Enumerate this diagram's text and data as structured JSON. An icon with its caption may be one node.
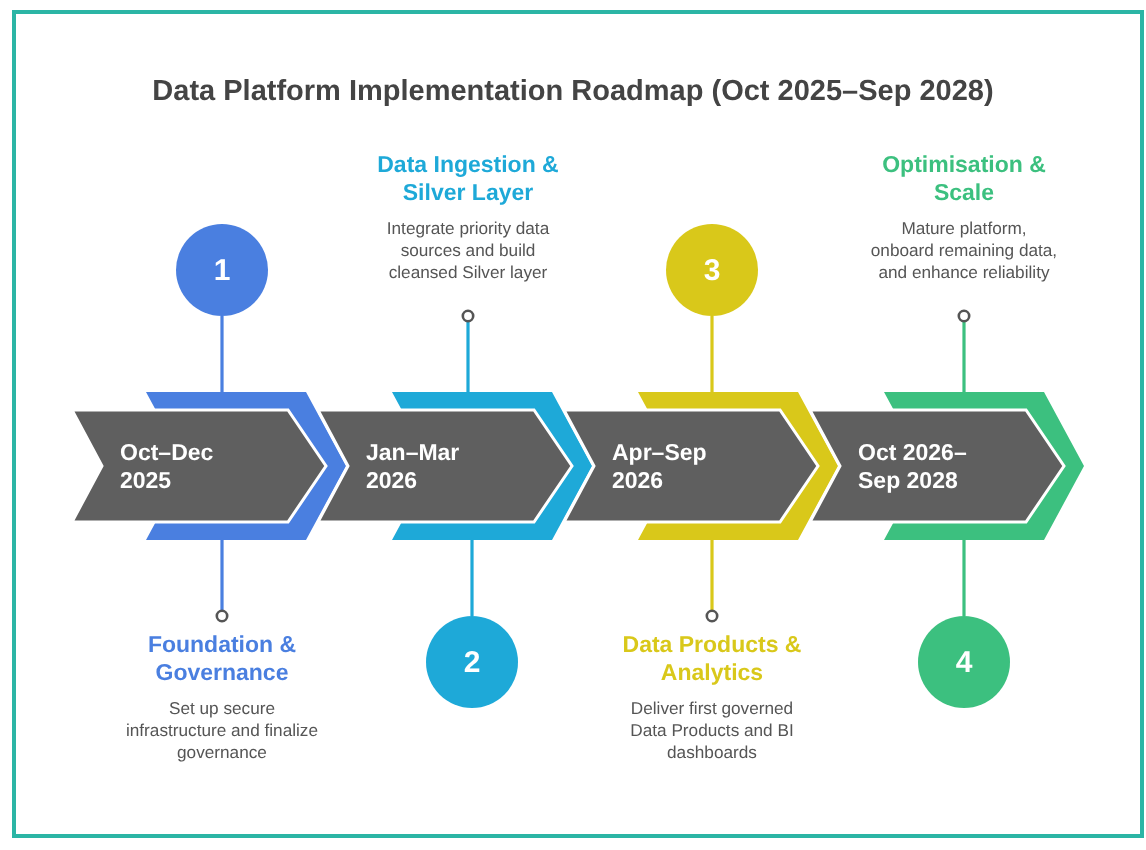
{
  "diagram": {
    "title": "Data Platform Implementation Roadmap (Oct 2025–Sep 2028)",
    "nodes": [
      {
        "text": [
          "Oct–Dec 2025"
        ]
      },
      {
        "text": [
          "Jan–Mar 2026"
        ]
      },
      {
        "text": [
          "Apr–Sep 2026"
        ]
      },
      {
        "text": [
          "Oct 2026–Sep 2028"
        ]
      },
      {
        "text": [
          "1"
        ]
      },
      {
        "text": [
          "Data Ingestion & Silver Layer",
          "Integrate priority data sources and build cleansed Silver layer"
        ]
      },
      {
        "text": [
          "3"
        ]
      },
      {
        "text": [
          "Optimisation & Scale",
          "Mature platform, onboard remaining data, and enhance reliability"
        ]
      },
      {
        "text": [
          "Foundation & Governance",
          "Set up secure infrastructure and finalize governance"
        ]
      },
      {
        "text": [
          "2"
        ]
      },
      {
        "text": [
          "Data Products & Analytics",
          "Deliver first governed Data Products and BI dashboards"
        ]
      },
      {
        "text": [
          "4"
        ]
      }
    ],
    "edges": [
      {
        "from": 4,
        "to": 0,
        "arrow": "none",
        "color": "#4a7fe0"
      },
      {
        "from": 0,
        "to": 8,
        "arrow": "other",
        "color": "#4a7fe0"
      },
      {
        "from": 1,
        "to": 5,
        "arrow": "other",
        "color": "#1ea9d8"
      },
      {
        "from": 9,
        "to": 1,
        "arrow": "none",
        "color": "#1ea9d8"
      },
      {
        "from": 6,
        "to": 2,
        "arrow": "none",
        "color": "#d9c81a"
      },
      {
        "from": 2,
        "to": 10,
        "arrow": "other",
        "color": "#d9c81a"
      },
      {
        "from": 3,
        "to": 7,
        "arrow": "other",
        "color": "#3cc07f"
      },
      {
        "from": 11,
        "to": 3,
        "arrow": "none",
        "color": "#3cc07f"
      }
    ]
  }
}
